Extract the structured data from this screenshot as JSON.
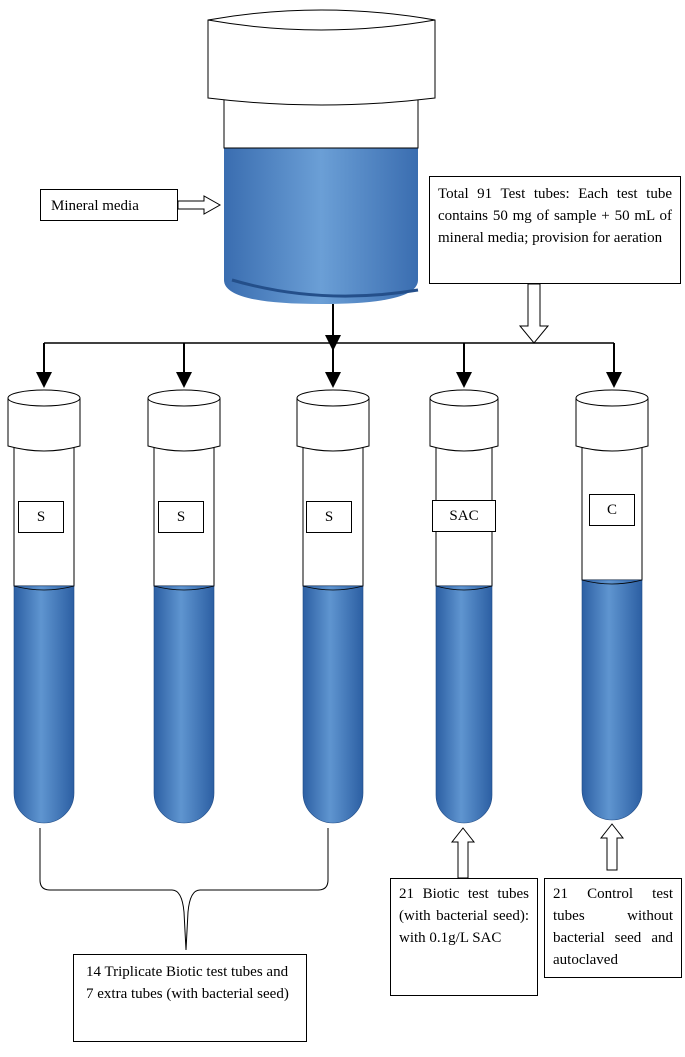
{
  "mineral_media": {
    "label": "Mineral media"
  },
  "total_box": {
    "text": "Total 91 Test tubes: Each test tube contains 50 mg of sample + 50 mL of mineral media; provision for aeration"
  },
  "tubes": [
    {
      "label": "S"
    },
    {
      "label": "S"
    },
    {
      "label": "S"
    },
    {
      "label": "SAC"
    },
    {
      "label": "C"
    }
  ],
  "notes": {
    "triplicate": "14 Triplicate Biotic test tubes and 7 extra tubes (with bacterial seed)",
    "biotic": "21 Biotic test tubes (with bacterial seed): with 0.1g/L SAC",
    "control": "21 Control test tubes without bacterial seed and autoclaved"
  },
  "colors": {
    "liquid": "#3f78bd",
    "liquid_dark": "#2a5da0",
    "liquid_light": "#6a9fd6",
    "outline": "#000000"
  }
}
